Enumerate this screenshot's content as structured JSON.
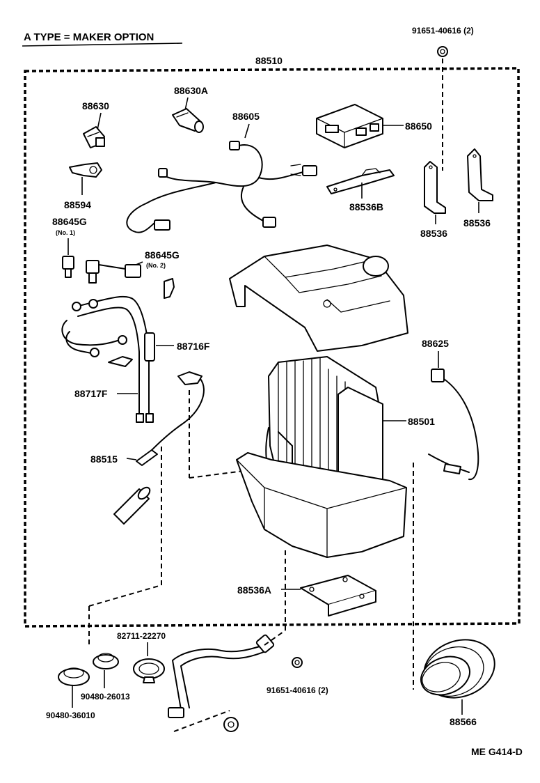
{
  "header": {
    "maker_option_note": "A TYPE = MAKER OPTION",
    "drawing_code": "ME G414-D"
  },
  "assembly": {
    "unit_number": "88510"
  },
  "parts": {
    "p88630": "88630",
    "p88630A": "88630A",
    "p88605": "88605",
    "p88650": "88650",
    "p88594": "88594",
    "p88536B": "88536B",
    "p88536_left": "88536",
    "p88536_right": "88536",
    "p88645G_1": "88645G",
    "p88645G_1_note": "(No. 1)",
    "p88645G_2": "88645G",
    "p88645G_2_note": "(No. 2)",
    "p88716F": "88716F",
    "p88717F": "88717F",
    "p88625": "88625",
    "p88501": "88501",
    "p88515": "88515",
    "p88536A": "88536A",
    "p88566": "88566",
    "bolt_top": "91651-40616 (2)",
    "bolt_bottom": "91651-40616 (2)",
    "clamp": "82711-22270",
    "grommet_a": "90480-26013",
    "grommet_b": "90480-36010"
  }
}
